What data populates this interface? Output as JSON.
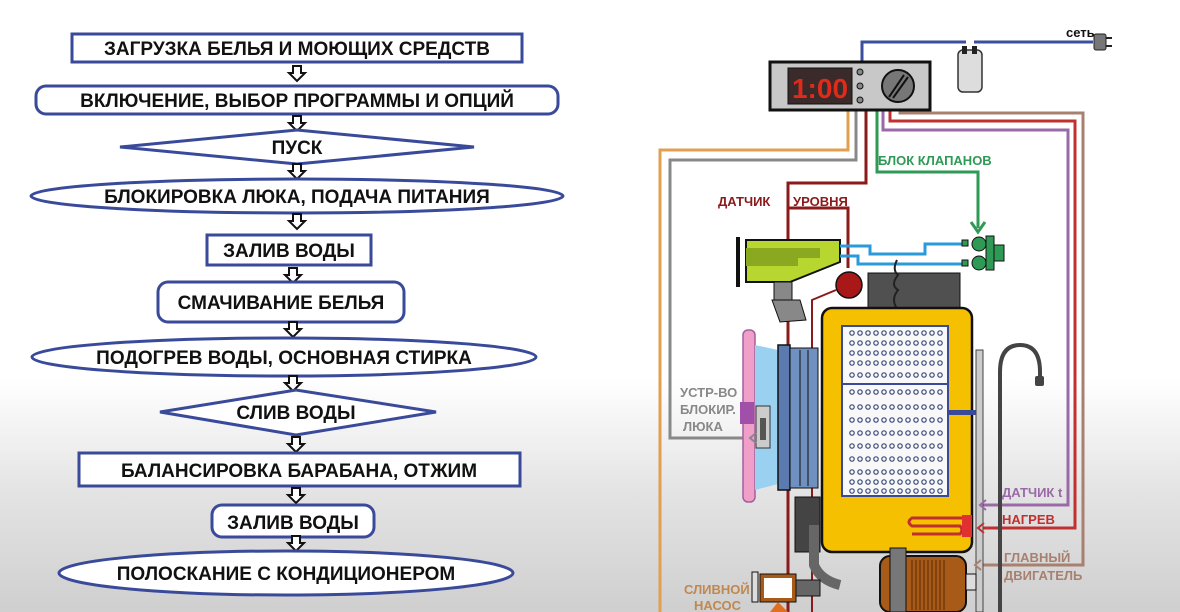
{
  "flowchart": {
    "steps": [
      {
        "label": "ЗАГРУЗКА БЕЛЬЯ И МОЮЩИХ СРЕДСТВ",
        "shape": "rectangle"
      },
      {
        "label": "ВКЛЮЧЕНИЕ, ВЫБОР ПРОГРАММЫ И ОПЦИЙ",
        "shape": "rounded-rectangle"
      },
      {
        "label": "ПУСК",
        "shape": "diamond"
      },
      {
        "label": "БЛОКИРОВКА ЛЮКА, ПОДАЧА ПИТАНИЯ",
        "shape": "ellipse"
      },
      {
        "label": "ЗАЛИВ ВОДЫ",
        "shape": "rectangle"
      },
      {
        "label": "СМАЧИВАНИЕ БЕЛЬЯ",
        "shape": "rounded-rectangle"
      },
      {
        "label": "ПОДОГРЕВ ВОДЫ, ОСНОВНАЯ СТИРКА",
        "shape": "ellipse"
      },
      {
        "label": "СЛИВ ВОДЫ",
        "shape": "diamond"
      },
      {
        "label": "БАЛАНСИРОВКА БАРАБАНА,  ОТЖИМ",
        "shape": "rectangle"
      },
      {
        "label": "ЗАЛИВ ВОДЫ",
        "shape": "rounded-rectangle"
      },
      {
        "label": "ПОЛОСКАНИЕ С КОНДИЦИОНЕРОМ",
        "shape": "ellipse"
      }
    ],
    "border_color": "#3a4a9a"
  },
  "schematic": {
    "display_value": "1:00",
    "labels": {
      "mains": "сеть",
      "valve_block": "БЛОК КЛАПАНОВ",
      "level_sensor_1": "ДАТЧИК",
      "level_sensor_2": "УРОВНЯ",
      "door_lock_1": "УСТР-ВО",
      "door_lock_2": "БЛОКИР.",
      "door_lock_3": "ЛЮКА",
      "temp_sensor": "ДАТЧИК t",
      "heater": "НАГРЕВ",
      "motor_1": "ГЛАВНЫЙ",
      "motor_2": "ДВИГАТЕЛЬ",
      "pump_1": "СЛИВНОЙ",
      "pump_2": "НАСОС"
    },
    "colors": {
      "power": "#3b4f9e",
      "valve": "#2e9a55",
      "level": "#8b1a1a",
      "temp": "#9a6aa8",
      "heater": "#c03030",
      "motor": "#a88070",
      "pump": "#e0a050",
      "lock": "#888888",
      "water": "#2a9ad8",
      "tub": "#f5c000"
    }
  }
}
